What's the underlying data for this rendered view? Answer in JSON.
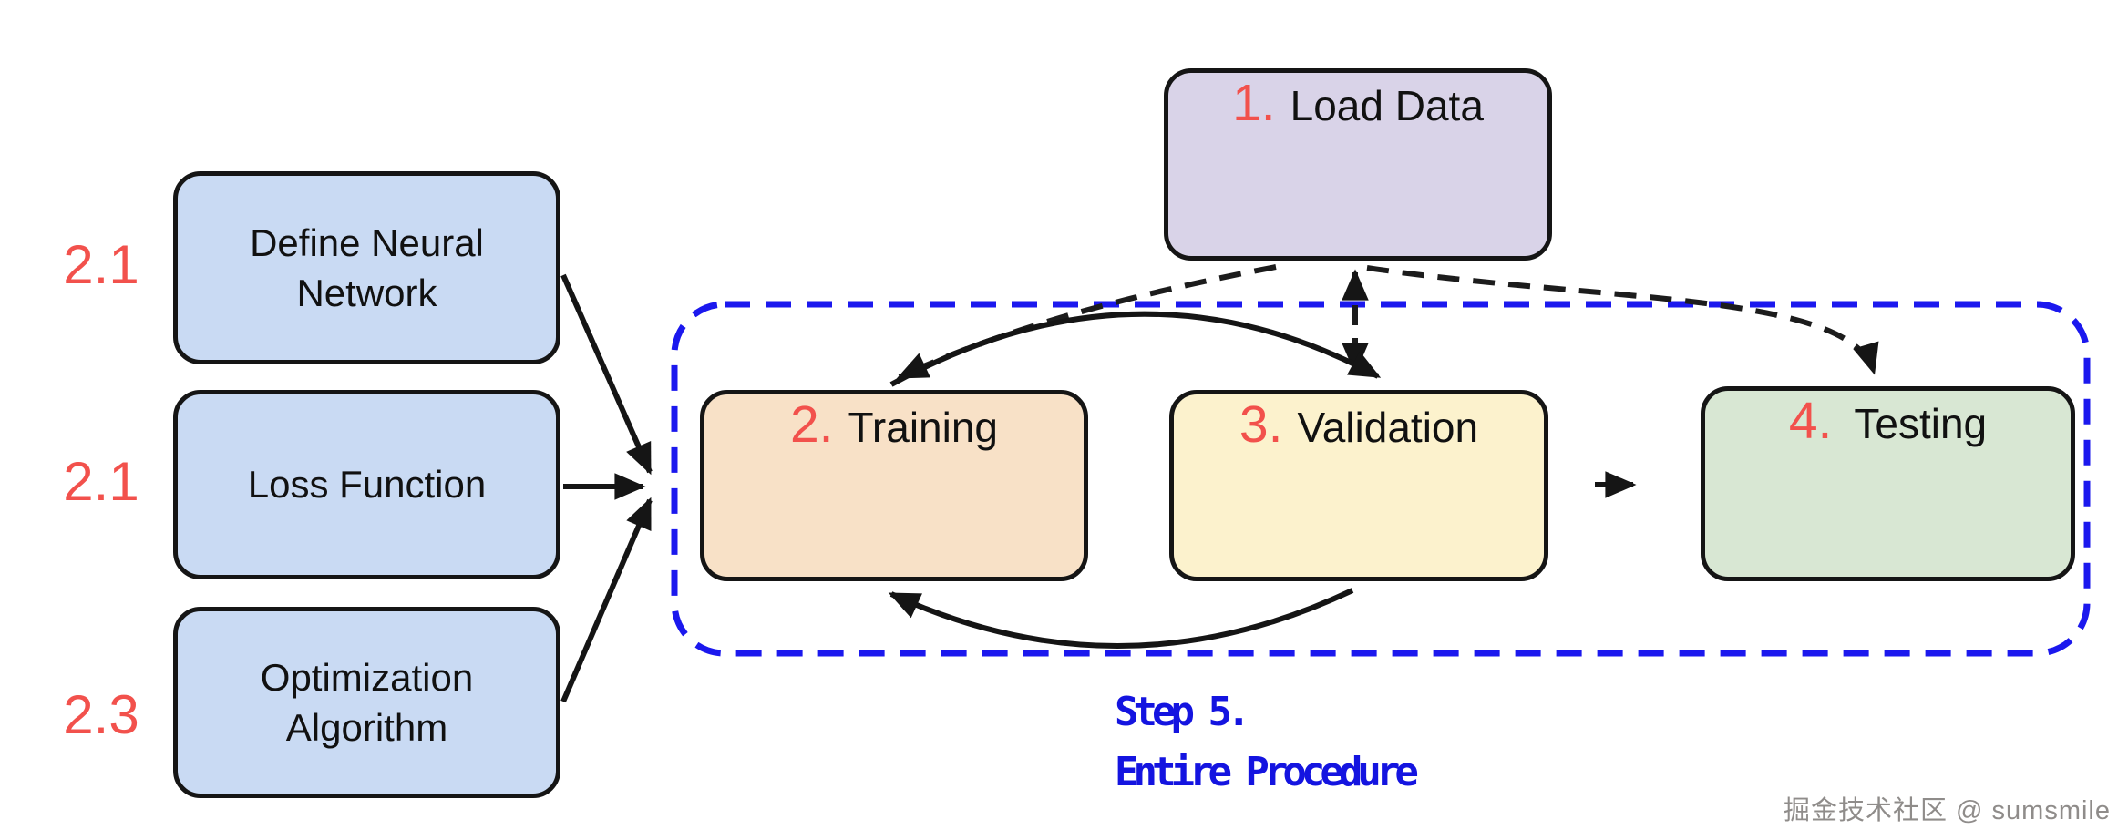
{
  "diagram": {
    "left_labels": [
      "2.1",
      "2.1",
      "2.3"
    ],
    "left_boxes": [
      "Define Neural Network",
      "Loss Function",
      "Optimization Algorithm"
    ],
    "steps": [
      {
        "number": "1.",
        "label": "Load Data"
      },
      {
        "number": "2.",
        "label": "Training"
      },
      {
        "number": "3.",
        "label": "Validation"
      },
      {
        "number": "4.",
        "label": "Testing"
      }
    ],
    "caption": {
      "line1": "Step 5.",
      "line2": "Entire Procedure"
    },
    "watermark": "掘金技术社区 @ sumsmile",
    "colors": {
      "accent_red": "#f2514c",
      "procedure_blue": "#1b18ee",
      "caption_blue": "#1414e0",
      "box_blue": "#c9daf3",
      "box_purple": "#d9d3e8",
      "box_peach": "#f8e1c7",
      "box_yellow": "#fcf2cd",
      "box_green": "#d8e7d3",
      "line_black": "#151515"
    }
  }
}
